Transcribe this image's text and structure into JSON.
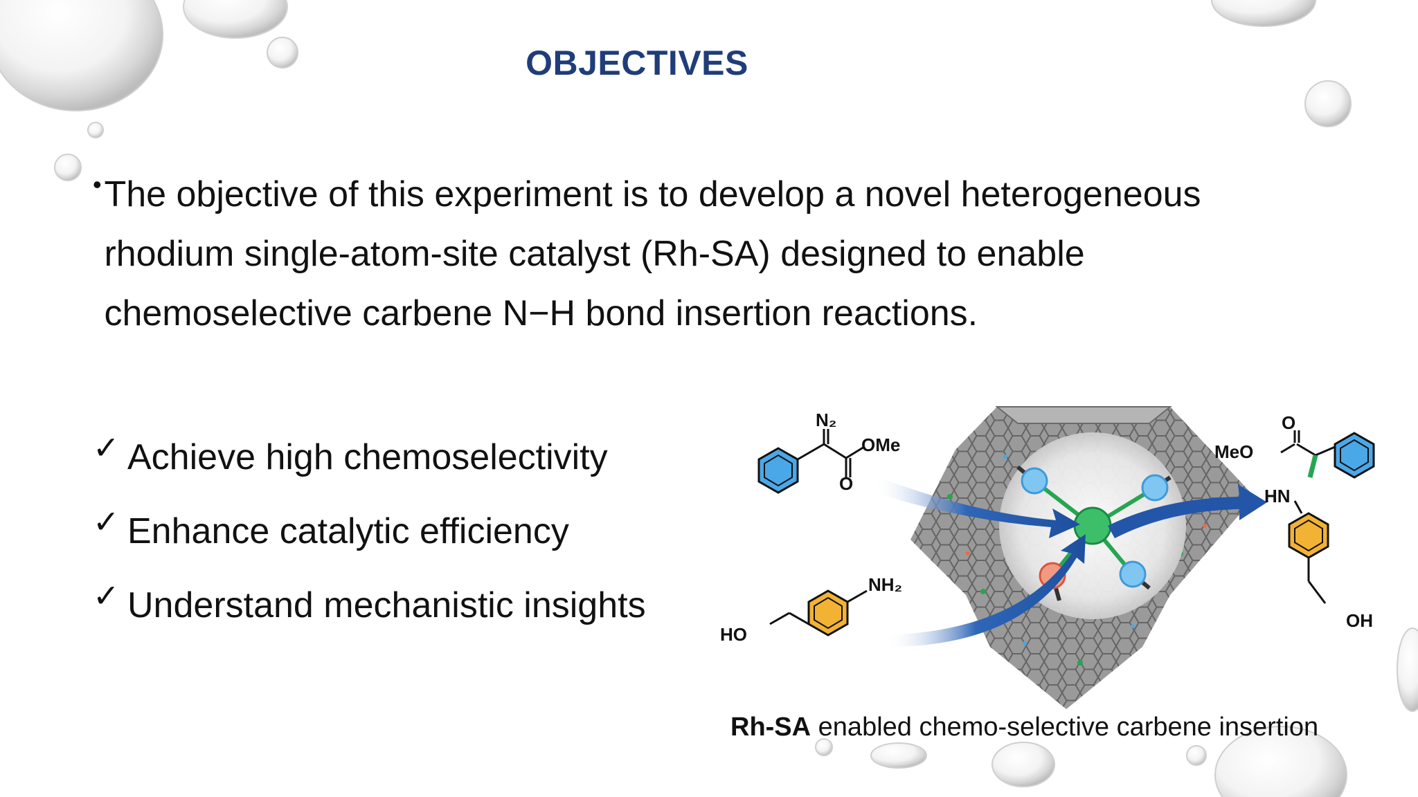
{
  "slide": {
    "title": "OBJECTIVES",
    "objective_text": "The objective of this experiment is to develop a novel heterogeneous rhodium single-atom-site catalyst (Rh-SA) designed to enable chemoselective carbene N−H bond insertion reactions.",
    "bullet_symbol": "•",
    "goals": [
      {
        "check": "✓",
        "text": " Achieve high chemoselectivity"
      },
      {
        "check": "✓",
        "text": "Enhance catalytic efficiency"
      },
      {
        "check": "✓",
        "text": "Understand mechanistic insights"
      }
    ]
  },
  "figure": {
    "caption_bold": "Rh-SA",
    "caption_rest": " enabled chemo-selective carbene insertion",
    "labels": {
      "n2": "N₂",
      "ome": "OMe",
      "o_left": "O",
      "nh2": "NH₂",
      "ho": "HO",
      "o_right": "O",
      "meo": "MeO",
      "hn": "HN",
      "oh": "OH"
    },
    "colors": {
      "title": "#1f3d7a",
      "arrow": "#2356a8",
      "benzene_blue": "#4aa8e8",
      "benzene_orange": "#f2b233",
      "catalyst_gray": "#8a8a8a",
      "rh_green": "#27a552",
      "red_site": "#e86a4a"
    }
  }
}
